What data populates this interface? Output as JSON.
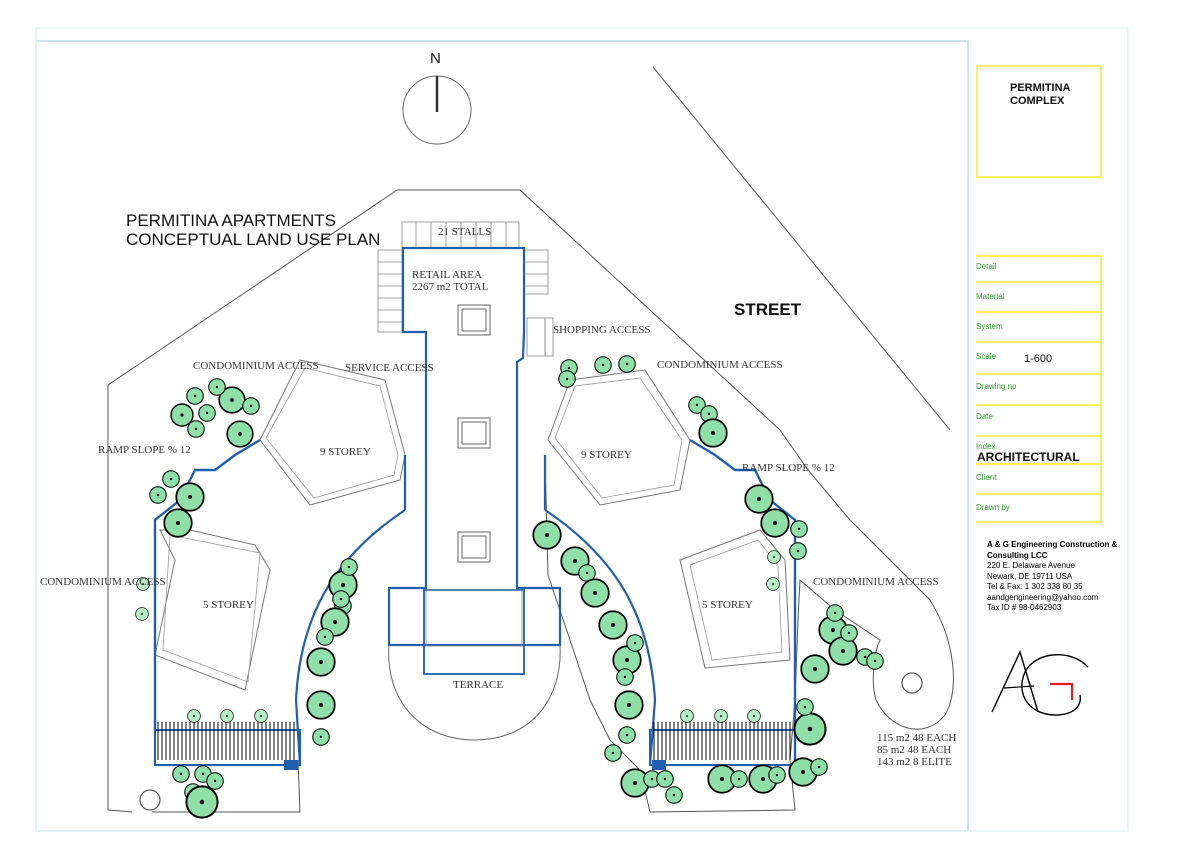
{
  "title_block": {
    "project_name_line1": "PERMITINA",
    "project_name_line2": "COMPLEX",
    "fields": [
      "Detail",
      "Material",
      "System",
      "Scale",
      "Drawing no",
      "Date",
      "Index",
      "Client",
      "Drawn by"
    ],
    "scale_value": "1-600",
    "discipline": "ARCHITECTURAL",
    "firm_name_line1": "A & G Engineering Construction &",
    "firm_name_line2": "Consulting LCC",
    "address_line1": "220 E. Delaware Avenue",
    "address_line2": "Newark, DE 19711 USA",
    "phone": "Tel & Fax: 1 302 338 80 35",
    "email": "aandgengineering@yahoo.com",
    "tax_id": "Tax ID # 98-0462903",
    "logo_text": "AG"
  },
  "plan": {
    "title_line1": "PERMITINA APARTMENTS",
    "title_line2": "CONCEPTUAL LAND USE PLAN",
    "north_label": "N",
    "street_label": "STREET",
    "stalls_label": "21 STALLS",
    "retail_label_line1": "RETAIL AREA",
    "retail_label_line2": "2267 m2 TOTAL",
    "shopping_access": "SHOPPING ACCESS",
    "service_access": "SERVICE ACCESS",
    "condo_access": "CONDOMINIUM ACCESS",
    "ramp_slope": "RAMP SLOPE % 12",
    "nine_storey": "9 STOREY",
    "five_storey": "5 STOREY",
    "terrace": "TERRACE",
    "units_line1": "115 m2 48 EACH",
    "units_line2": "85 m2  48 EACH",
    "units_line3": "143 m2  8  ELITE"
  },
  "colors": {
    "border": "#a8d8d8",
    "building_blue": "#1f5fb0",
    "tree_fill": "#8fe0a8",
    "title_block_yellow": "#f2e600",
    "field_label_green": "#2e9b2e",
    "logo_red": "#e0201c"
  }
}
